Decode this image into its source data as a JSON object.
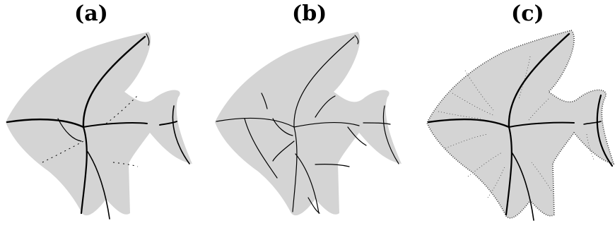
{
  "panels": [
    {
      "label": "(a)",
      "style": "thick-skeleton"
    },
    {
      "label": "(b)",
      "style": "thin-branching-skeleton"
    },
    {
      "label": "(c)",
      "style": "noisy-skeleton"
    }
  ],
  "colors": {
    "shape_fill": "#d4d4d4",
    "skeleton": "#000000",
    "background": "#ffffff"
  }
}
